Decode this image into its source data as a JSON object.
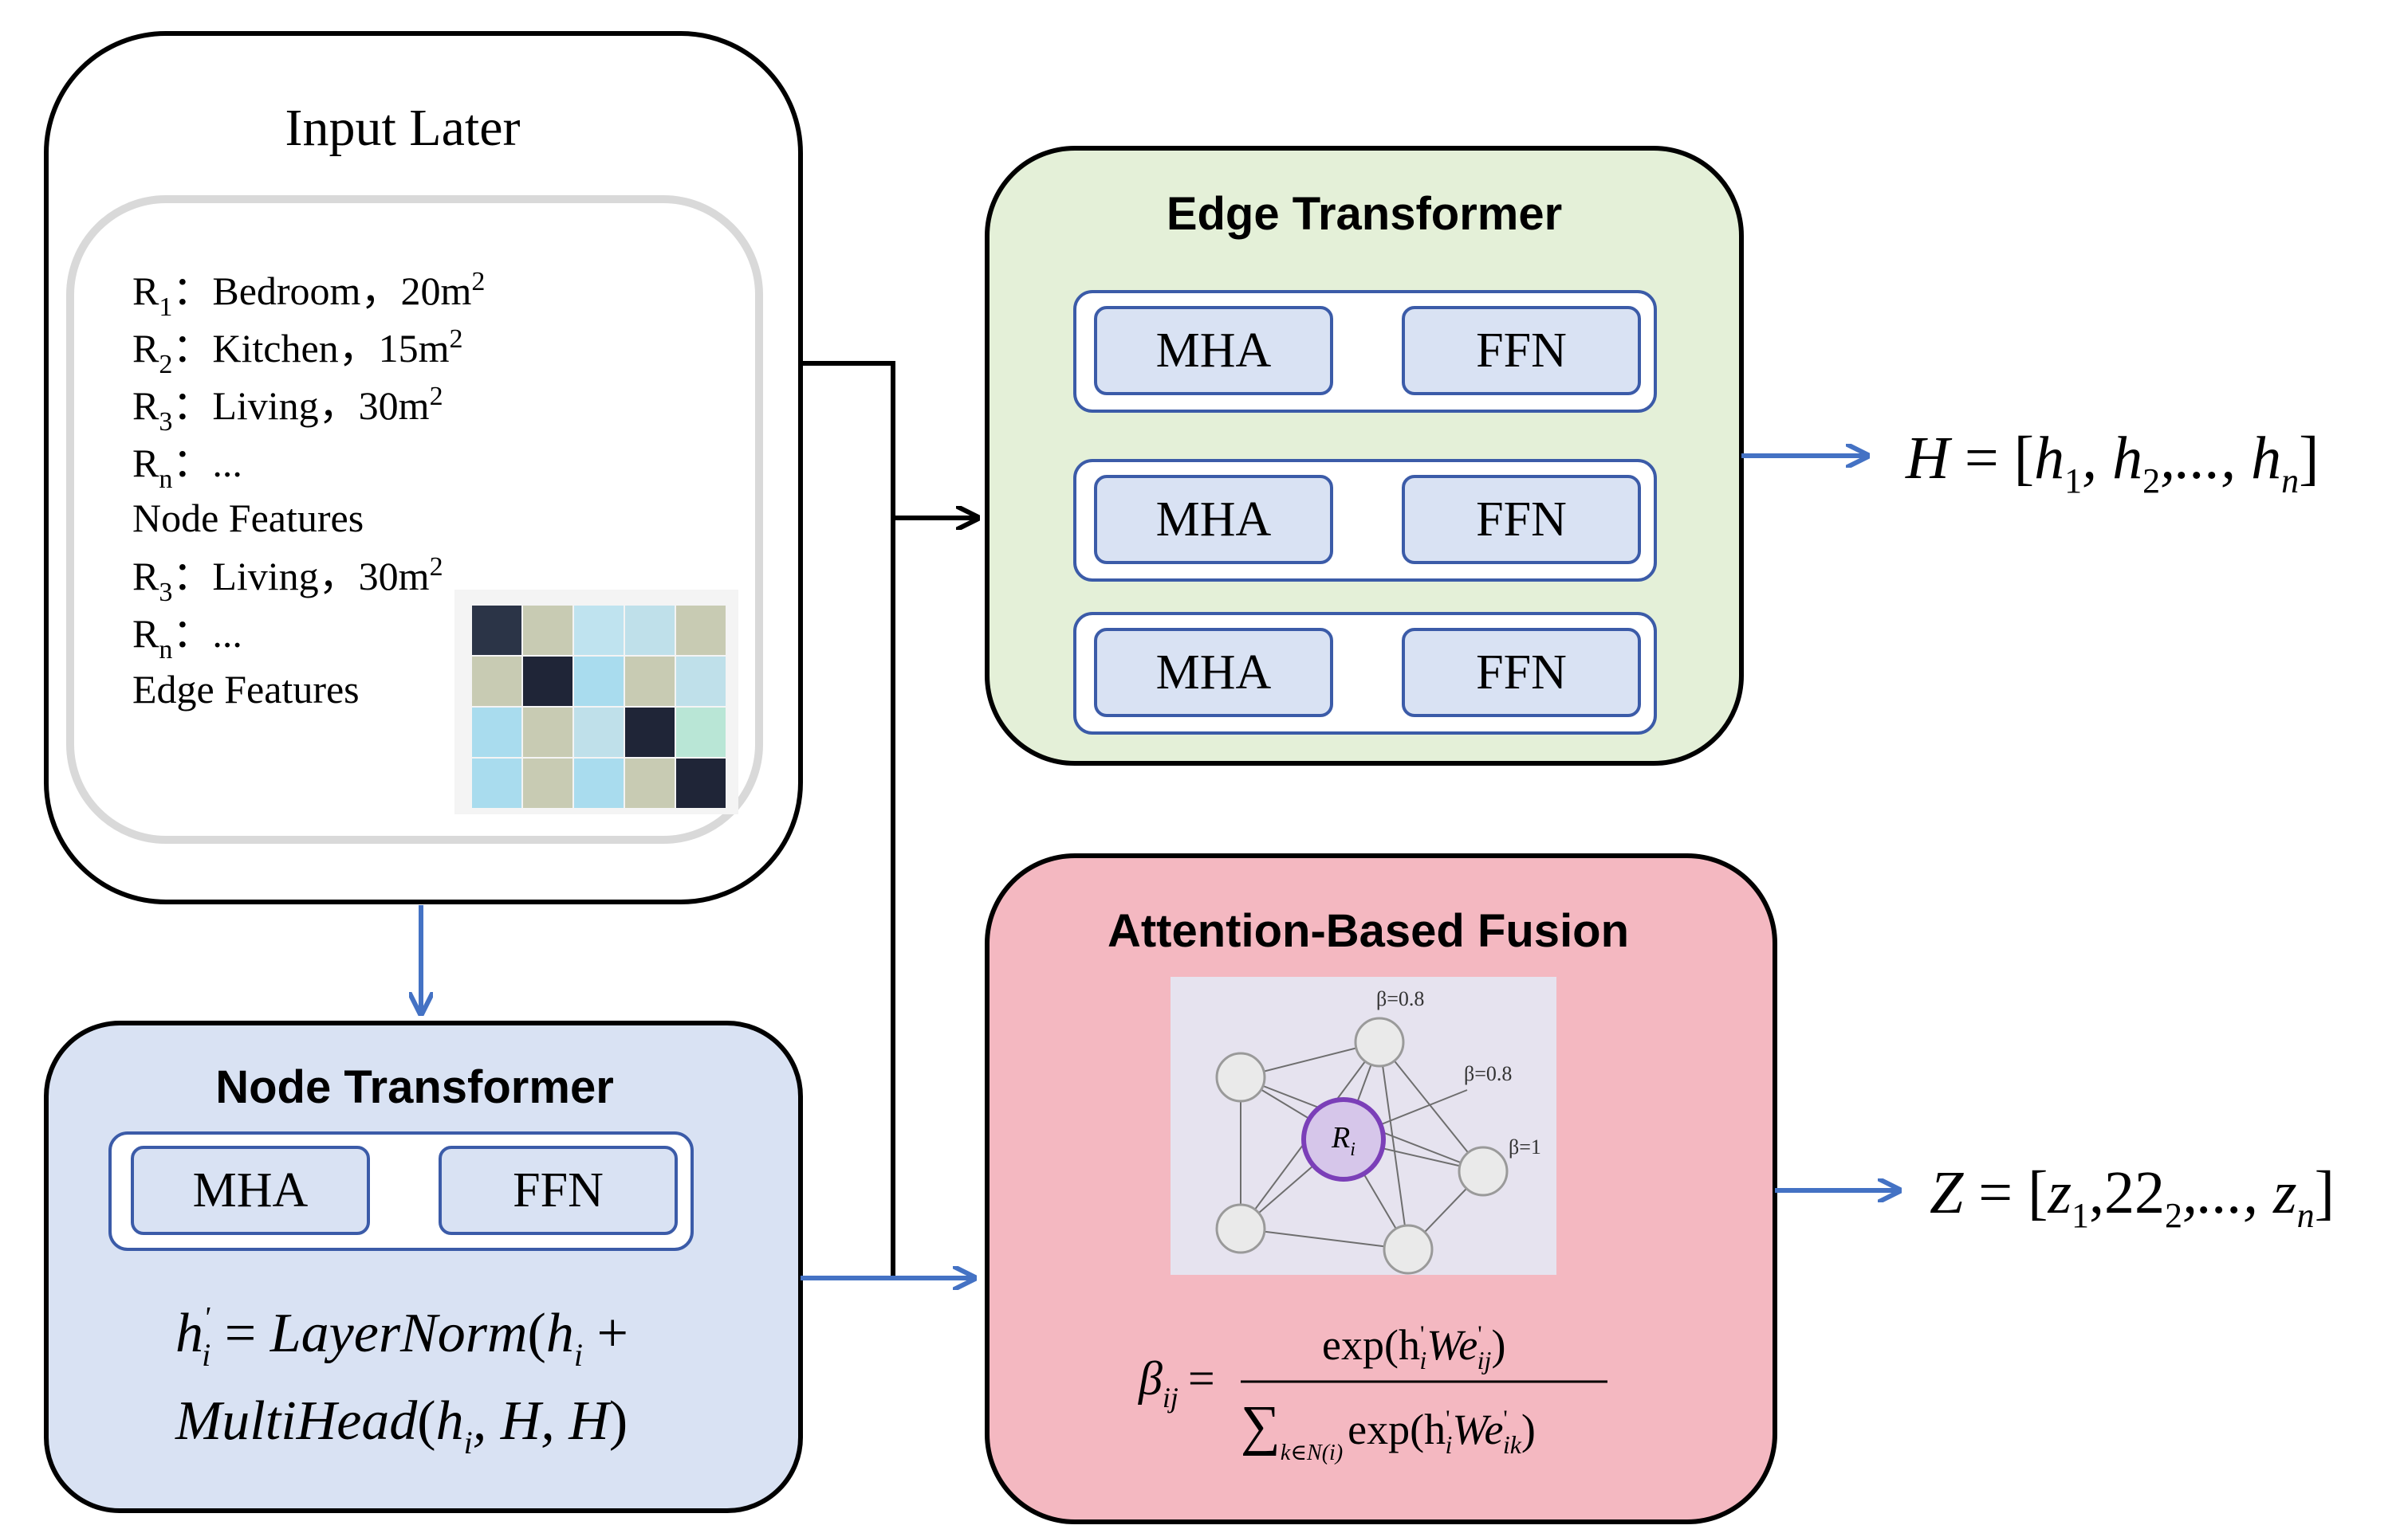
{
  "input_layer": {
    "title": "Input Later",
    "node_rows": [
      {
        "sym": "R",
        "sub": "1",
        "text": "：Bedroom，20m",
        "sup": "2"
      },
      {
        "sym": "R",
        "sub": "2",
        "text": "：Kitchen，15m",
        "sup": "2"
      },
      {
        "sym": "R",
        "sub": "3",
        "text": "：Living，30m",
        "sup": "2"
      },
      {
        "sym": "R",
        "sub": "n",
        "text": "：...",
        "sup": ""
      }
    ],
    "node_features_label": "Node Features",
    "edge_rows": [
      {
        "sym": "R",
        "sub": "3",
        "text": "：Living，30m",
        "sup": "2"
      },
      {
        "sym": "R",
        "sub": "n",
        "text": "：...",
        "sup": ""
      }
    ],
    "edge_features_label": "Edge Features",
    "adjacency_colors": [
      [
        "#2b3447",
        "#c8cbb3",
        "#bfe3ef",
        "#bfe0ea",
        "#c8cbb3"
      ],
      [
        "#c8cbb3",
        "#1f2537",
        "#a9dcee",
        "#c8cbb3",
        "#bfe0ea"
      ],
      [
        "#a9dcee",
        "#c8cbb3",
        "#bfe0ea",
        "#1f2537",
        "#b9e6d6"
      ],
      [
        "#a9dcee",
        "#c8cbb3",
        "#a9dcee",
        "#c8cbb3",
        "#1f2537"
      ]
    ]
  },
  "edge_transformer": {
    "title": "Edge Transformer",
    "mha_label": "MHA",
    "ffn_label": "FFN"
  },
  "node_transformer": {
    "title": "Node Transformer",
    "mha_label": "MHA",
    "ffn_label": "FFN",
    "formula_line1": {
      "h": "h",
      "prime": "'",
      "i": "i",
      "eq": " = ",
      "fn": "LayerNorm",
      "open": "(",
      "hi": "h",
      "hi_sub": "i",
      "plus": " +"
    },
    "formula_line2": {
      "fn": "MultiHead",
      "open": "(",
      "h": "h",
      "h_sub": "i",
      "rest": ", H, H",
      "close": ")"
    }
  },
  "fusion": {
    "title": "Attention-Based Fusion",
    "node_label": "R",
    "node_label_sub": "i",
    "beta_labels": [
      "β=0.8",
      "β=0.8",
      "β=1"
    ],
    "formula": {
      "lhs": "β",
      "lhs_sub": "ij",
      "eq": "=",
      "num": "exp(h",
      "num_prime": "'",
      "num_i": "i",
      "num_W": "We",
      "num_prime2": "'",
      "num_ij": "ij",
      "num_close": ")",
      "den_sum": "∑",
      "den_sub": "k∈N(i)",
      "den": "exp(h",
      "den_prime": "'",
      "den_i": "i",
      "den_W": "We",
      "den_prime2": "'",
      "den_ik": "ik",
      "den_close": ")"
    }
  },
  "outputs": {
    "H": {
      "lhs": "H",
      "eq": " = [",
      "a": "h",
      "a_sub": "1",
      "b": ", h",
      "b_sub": "2",
      "c": ",..., h",
      "c_sub": "n",
      "close": "]"
    },
    "Z": {
      "lhs": "Z",
      "eq": " = [",
      "a": "z",
      "a_sub": "1",
      "b": ",22",
      "b_sub": "2",
      "c": ",..., z",
      "c_sub": "n",
      "close": "]"
    }
  },
  "colors": {
    "edge_fill": "#e4f0d8",
    "node_fill": "#d9e2f3",
    "fusion_fill": "#f4b8c1",
    "block_fill": "#d9e2f3",
    "block_stroke": "#3b5ba8",
    "blue_arrow": "#4472c4",
    "black": "#000000"
  }
}
